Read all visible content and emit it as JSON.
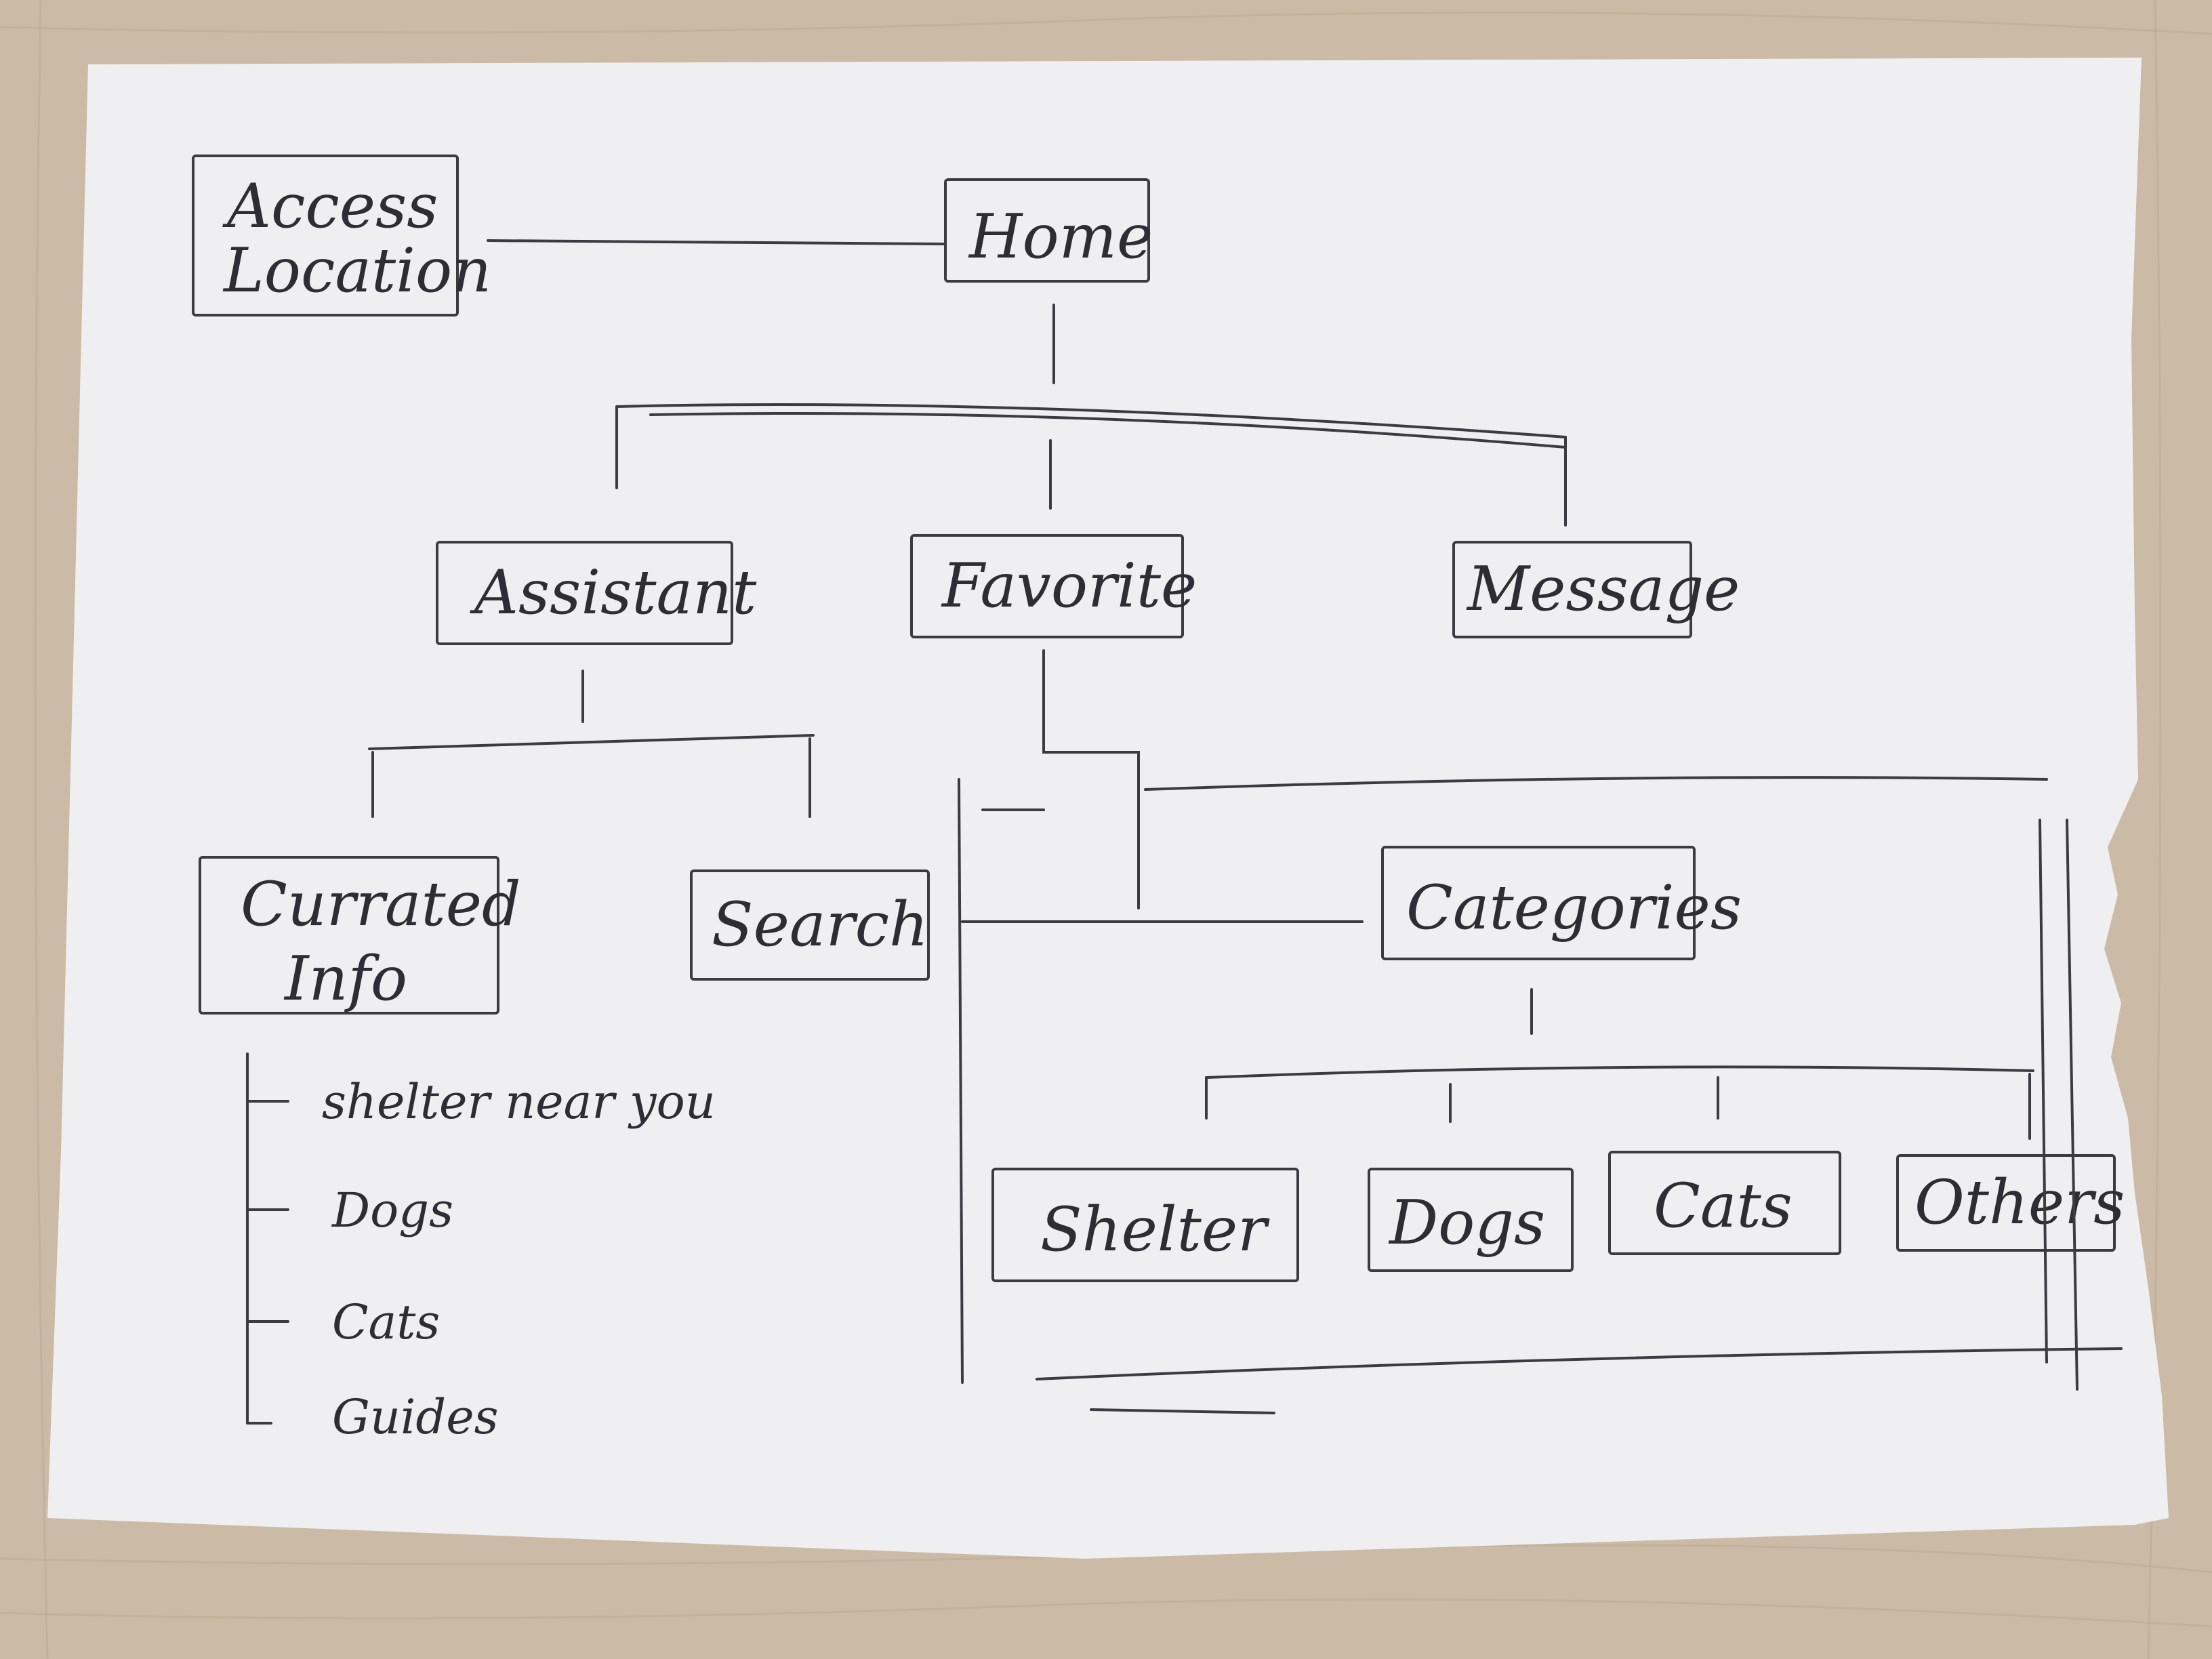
{
  "diagram": {
    "nodes": {
      "access_location": [
        "Access",
        "Location"
      ],
      "home": "Home",
      "assistant": "Assistant",
      "favorite": "Favorite",
      "message": "Message",
      "curated_info": [
        "Currated",
        "Info"
      ],
      "search": "Search",
      "categories": "Categories",
      "shelter": "Shelter",
      "dogs": "Dogs",
      "cats": "Cats",
      "others": "Others"
    },
    "curated_list": [
      "shelter near you",
      "Dogs",
      "Cats",
      "Guides"
    ],
    "edges": [
      [
        "access_location",
        "home"
      ],
      [
        "home",
        "assistant"
      ],
      [
        "home",
        "favorite"
      ],
      [
        "home",
        "message"
      ],
      [
        "assistant",
        "curated_info"
      ],
      [
        "assistant",
        "search"
      ],
      [
        "favorite",
        "categories"
      ],
      [
        "categories",
        "shelter"
      ],
      [
        "categories",
        "dogs"
      ],
      [
        "categories",
        "cats"
      ],
      [
        "categories",
        "others"
      ]
    ]
  }
}
